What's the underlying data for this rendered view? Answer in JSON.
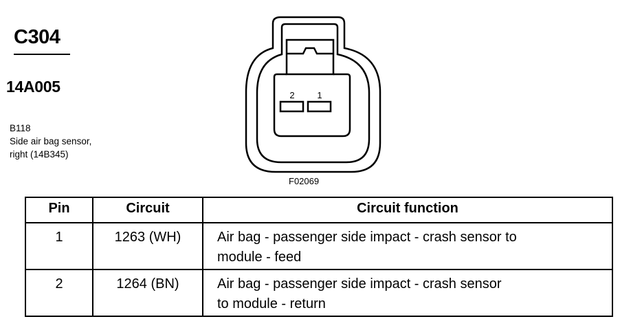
{
  "connector": {
    "id": "C304",
    "part_number": "14A005",
    "component_code": "B118",
    "component_desc_line1": "Side air bag sensor,",
    "component_desc_line2": "right (14B345)"
  },
  "figure": {
    "label": "F02069",
    "pin_labels": [
      "2",
      "1"
    ]
  },
  "table": {
    "headers": {
      "pin": "Pin",
      "circuit": "Circuit",
      "function": "Circuit function"
    },
    "rows": [
      {
        "pin": "1",
        "circuit": "1263 (WH)",
        "function_line1": "Air bag - passenger side impact - crash sensor to",
        "function_line2": "module - feed"
      },
      {
        "pin": "2",
        "circuit": "1264 (BN)",
        "function_line1": "Air bag - passenger side impact - crash sensor",
        "function_line2": "to module - return"
      }
    ]
  }
}
